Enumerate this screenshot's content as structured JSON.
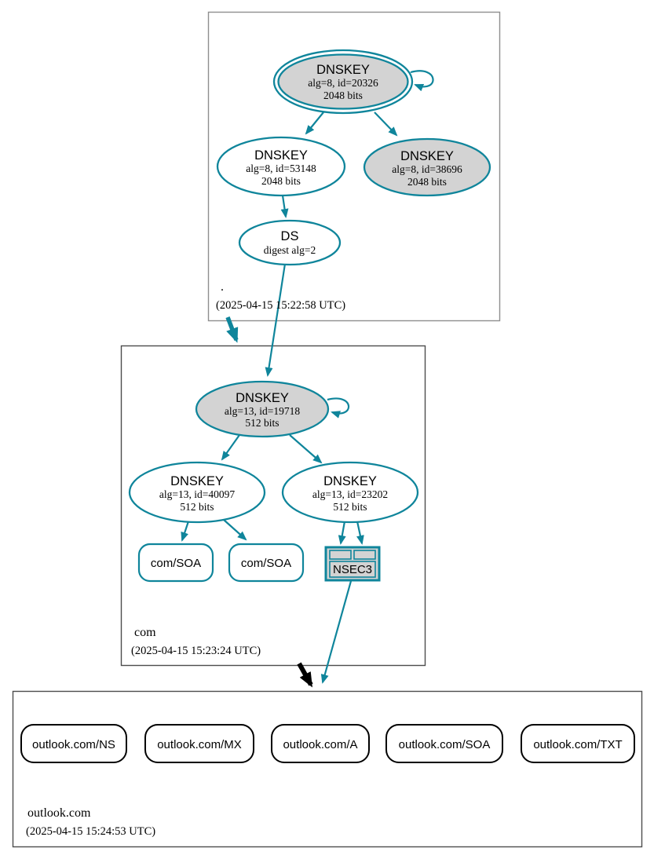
{
  "colors": {
    "secure_teal": "#0f859b",
    "node_fill_gray": "#d3d3d3",
    "node_fill_white": "#ffffff",
    "delegation_black": "#000000",
    "zone_border_light": "#8f8f8f",
    "zone_border_dark": "#4d4d4d"
  },
  "zones": {
    "root": {
      "label": ".",
      "timestamp": "(2025-04-15 15:22:58 UTC)",
      "ksk": {
        "title": "DNSKEY",
        "detail1": "alg=8, id=20326",
        "detail2": "2048 bits"
      },
      "zsk": {
        "title": "DNSKEY",
        "detail1": "alg=8, id=53148",
        "detail2": "2048 bits"
      },
      "key3": {
        "title": "DNSKEY",
        "detail1": "alg=8, id=38696",
        "detail2": "2048 bits"
      },
      "ds": {
        "title": "DS",
        "detail1": "digest alg=2"
      }
    },
    "com": {
      "label": "com",
      "timestamp": "(2025-04-15 15:23:24 UTC)",
      "ksk": {
        "title": "DNSKEY",
        "detail1": "alg=13, id=19718",
        "detail2": "512 bits"
      },
      "zsk1": {
        "title": "DNSKEY",
        "detail1": "alg=13, id=40097",
        "detail2": "512 bits"
      },
      "zsk2": {
        "title": "DNSKEY",
        "detail1": "alg=13, id=23202",
        "detail2": "512 bits"
      },
      "soa1": {
        "label": "com/SOA"
      },
      "soa2": {
        "label": "com/SOA"
      },
      "nsec3": {
        "label": "NSEC3"
      }
    },
    "outlook": {
      "label": "outlook.com",
      "timestamp": "(2025-04-15 15:24:53 UTC)",
      "rrsets": [
        {
          "label": "outlook.com/NS"
        },
        {
          "label": "outlook.com/MX"
        },
        {
          "label": "outlook.com/A"
        },
        {
          "label": "outlook.com/SOA"
        },
        {
          "label": "outlook.com/TXT"
        }
      ]
    }
  }
}
